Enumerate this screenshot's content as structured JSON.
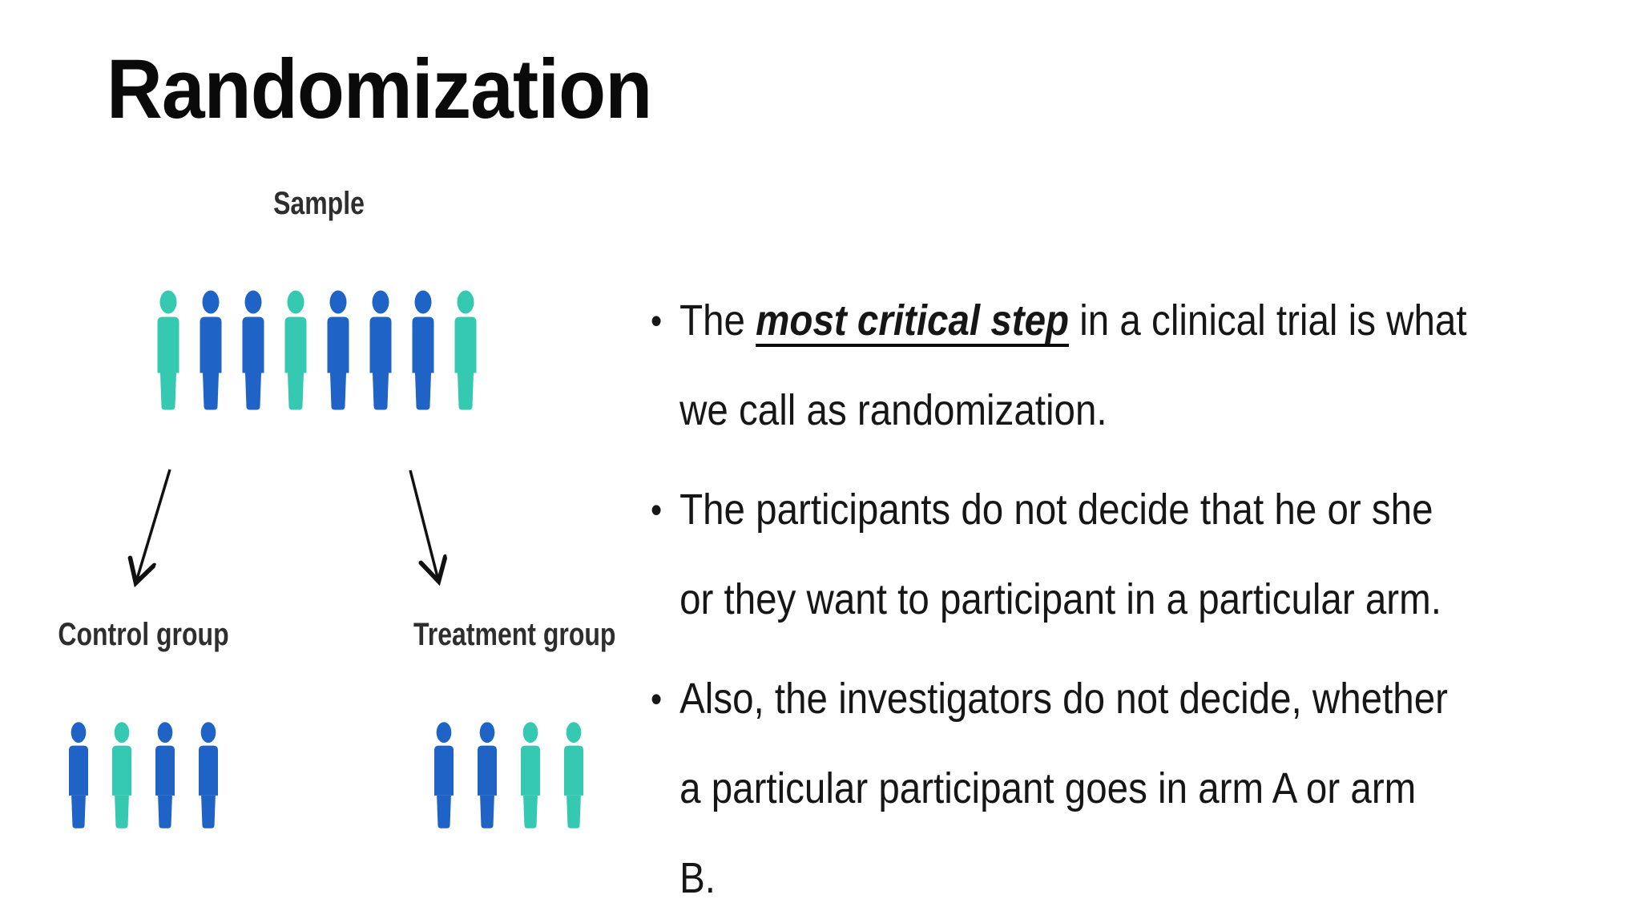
{
  "title": "Randomization",
  "diagram": {
    "sample_label": "Sample",
    "control_label": "Control group",
    "treatment_label": "Treatment group",
    "colors": {
      "teal": "#35C9B1",
      "blue": "#1E63C5"
    },
    "sample_icons": [
      "teal",
      "blue",
      "blue",
      "teal",
      "blue",
      "blue",
      "blue",
      "teal"
    ],
    "control_icons": [
      "blue",
      "teal",
      "blue",
      "blue"
    ],
    "treatment_icons": [
      "blue",
      "blue",
      "teal",
      "teal"
    ],
    "arrow_color": "#111111"
  },
  "bullets": {
    "marker": "•",
    "items": [
      {
        "lines": [
          [
            {
              "t": "The "
            },
            {
              "t": "most critical step",
              "em": true
            },
            {
              "t": " in a clinical trial is what"
            }
          ],
          [
            {
              "t": "we call as randomization."
            }
          ]
        ]
      },
      {
        "lines": [
          [
            {
              "t": "The participants do not decide that he or she"
            }
          ],
          [
            {
              "t": "or they want to participant in a particular arm."
            }
          ]
        ]
      },
      {
        "lines": [
          [
            {
              "t": "Also, the investigators do not decide, whether"
            }
          ],
          [
            {
              "t": "a particular participant goes in arm A or arm"
            }
          ],
          [
            {
              "t": "B."
            }
          ]
        ]
      }
    ]
  }
}
